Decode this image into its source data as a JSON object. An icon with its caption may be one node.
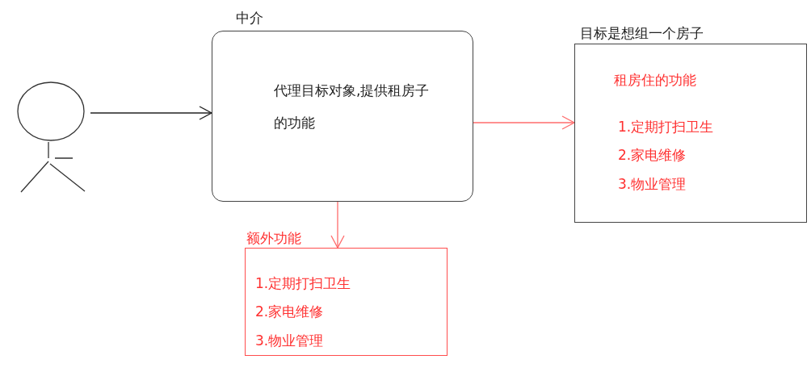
{
  "diagram": {
    "nodes": [
      {
        "text": [],
        "shape": "person"
      },
      {
        "text": [
          "中介",
          "代理目标对象,提供租房子的功能"
        ]
      },
      {
        "text": [
          "目标是想组一个房子",
          "租房住的功能",
          "1.定期打扫卫生",
          "2.家电维修",
          "3.物业管理"
        ]
      },
      {
        "text": [
          "额外功能",
          "1.定期打扫卫生",
          "2.家电维修",
          "3.物业管理"
        ]
      }
    ],
    "edges": [
      {
        "from": 0,
        "to": 1,
        "arrow": "to",
        "color": "#222222"
      },
      {
        "from": 1,
        "to": 2,
        "arrow": "to",
        "color": "#ff6b6b"
      },
      {
        "from": 1,
        "to": 3,
        "arrow": "to",
        "color": "#ff6b6b"
      }
    ]
  }
}
